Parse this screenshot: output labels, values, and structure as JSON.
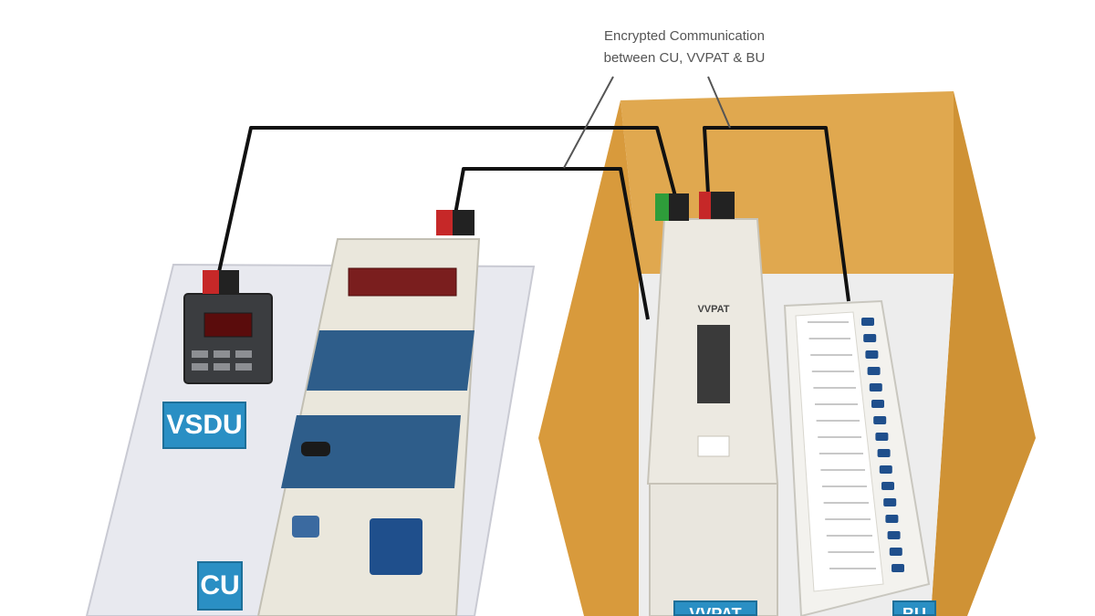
{
  "caption": {
    "line1": "Encrypted Communication",
    "line2": "between CU, VVPAT & BU"
  },
  "labels": {
    "vsdu": "VSDU",
    "cu": "CU",
    "vvpat": "VVPAT",
    "bu": "BU"
  },
  "devices": {
    "vvpat_badge": "VVPAT"
  },
  "colors": {
    "label_bg": "#2a8fc4",
    "box": "#e0a84f",
    "cable": "#111111",
    "connector_red": "#c62828",
    "connector_green": "#2e9d3a",
    "cu_blue": "#2e5d8a",
    "ballot_button": "#1f4f8c"
  }
}
